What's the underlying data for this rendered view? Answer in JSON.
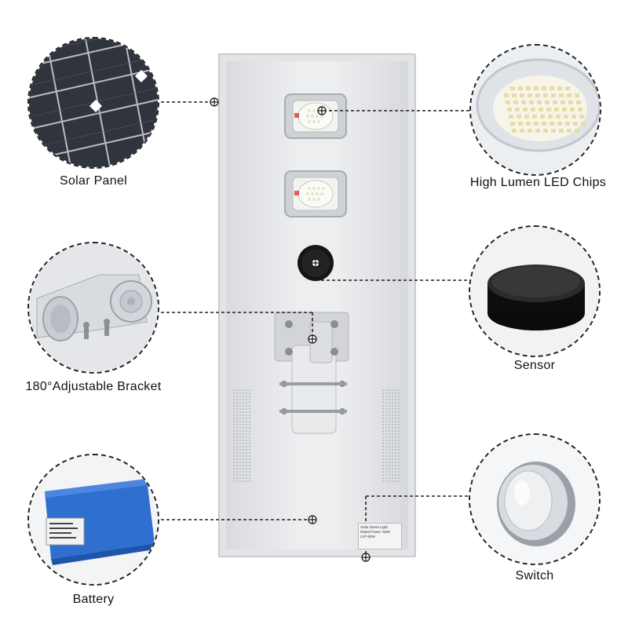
{
  "labels": {
    "solar_panel": "Solar Panel",
    "led_chips": "High Lumen LED Chips",
    "bracket": "180°Adjustable Bracket",
    "sensor": "Sensor",
    "battery": "Battery",
    "switch": "Switch"
  },
  "product_sticker": {
    "line1": "Solar Street Light",
    "line2": "Rated Power: 60W",
    "line3": "LST-60W"
  },
  "colors": {
    "background": "#ffffff",
    "lamp_body": "#e2e4e6",
    "battery_blue": "#2f6fd0",
    "sensor_black": "#111111",
    "solar_cell": "#3a3f4a"
  }
}
